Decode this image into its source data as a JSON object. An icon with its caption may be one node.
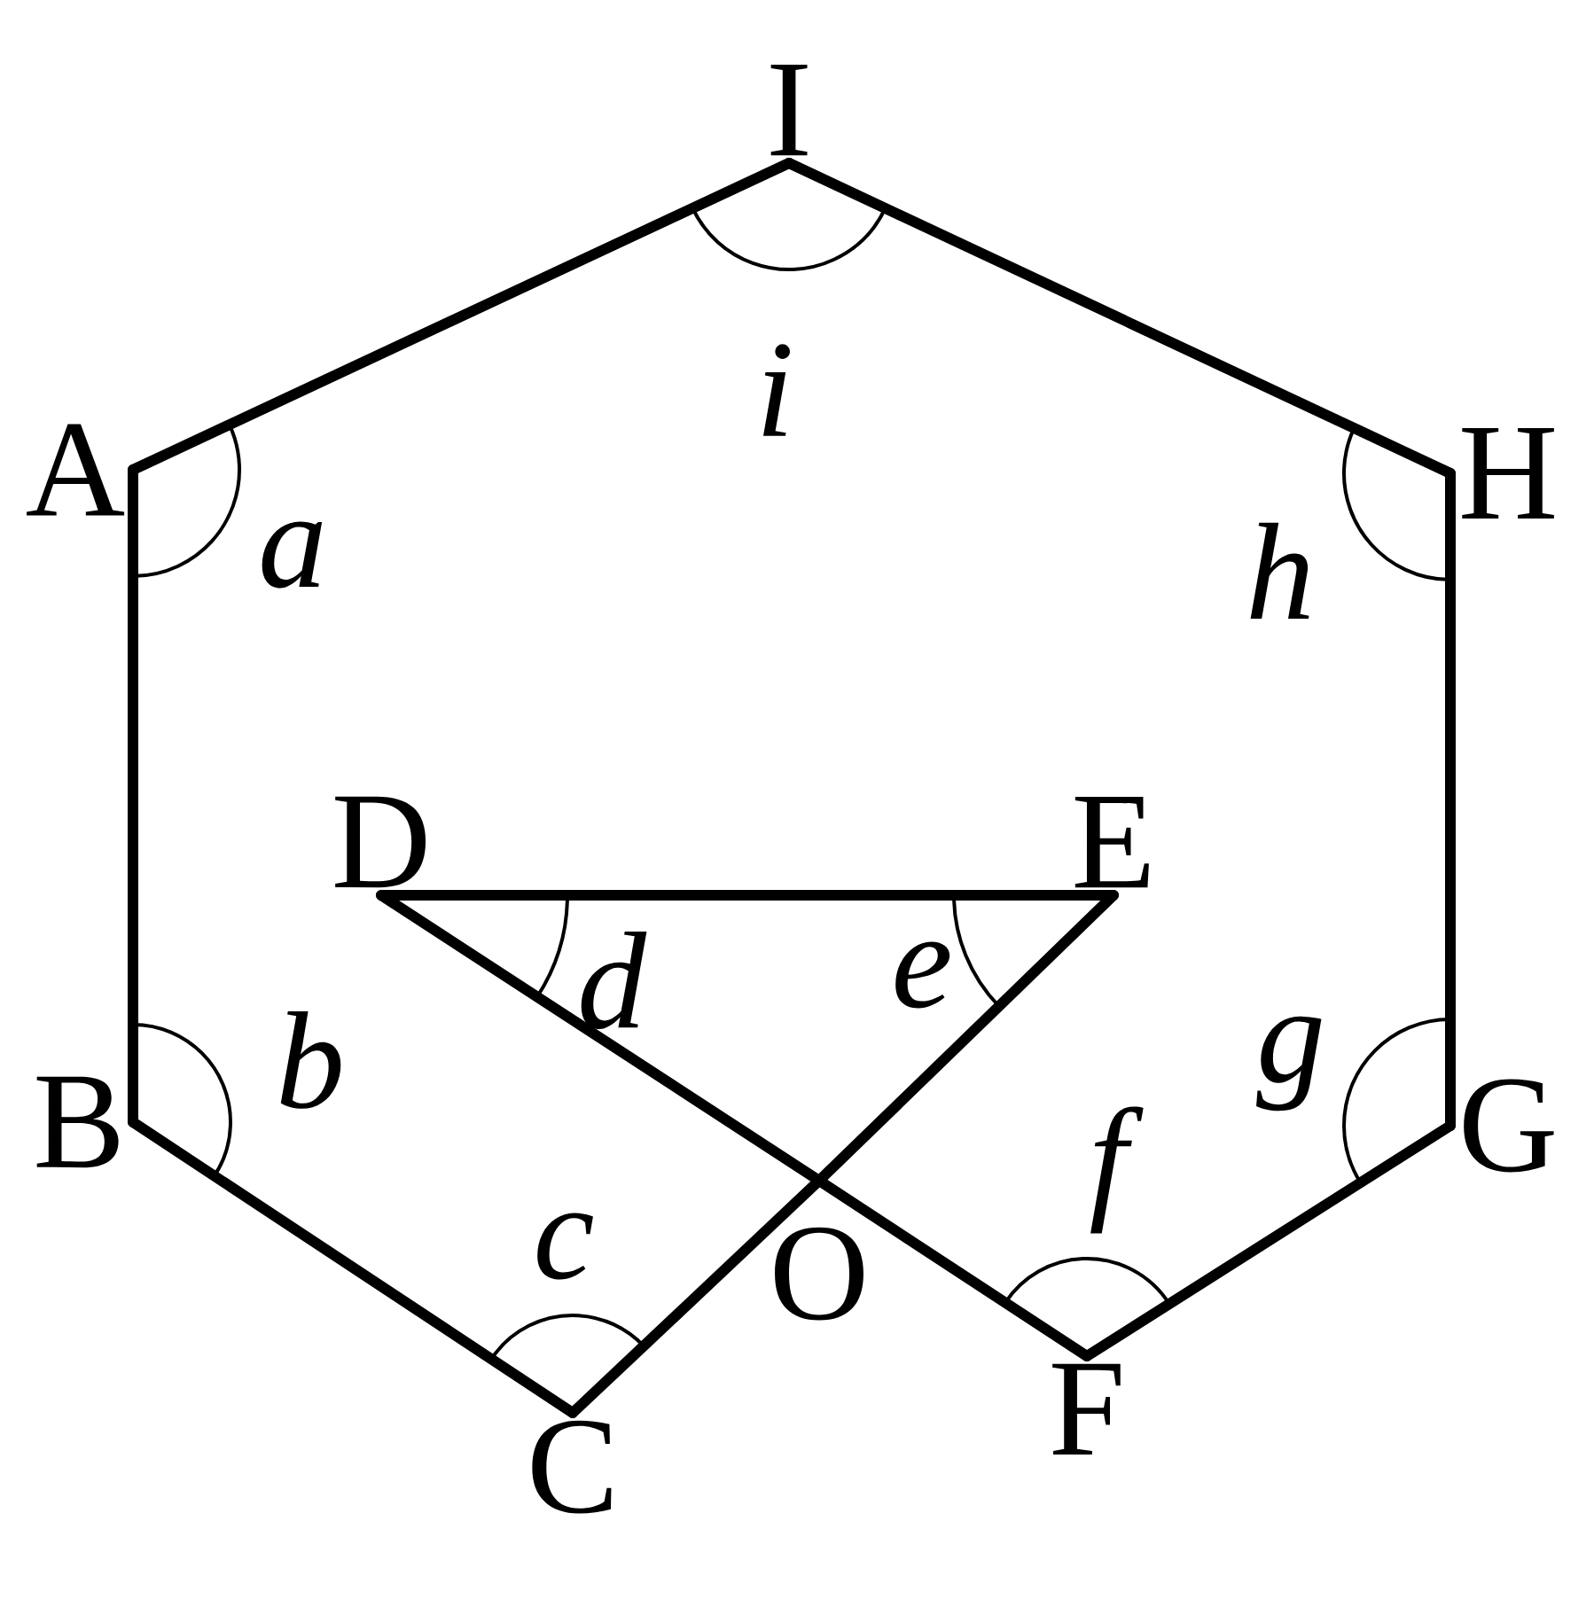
{
  "diagram": {
    "nodes": [
      {
        "text": [
          "I"
        ]
      },
      {
        "text": [
          "A"
        ]
      },
      {
        "text": [
          "H"
        ]
      },
      {
        "text": [
          "D"
        ]
      },
      {
        "text": [
          "E"
        ]
      },
      {
        "text": [
          "B"
        ]
      },
      {
        "text": [
          "G"
        ]
      },
      {
        "text": [
          "O"
        ]
      },
      {
        "text": [
          "F"
        ]
      },
      {
        "text": [
          "C"
        ]
      }
    ],
    "edges": [
      {
        "from": 1,
        "to": 0,
        "arrow": "none"
      },
      {
        "from": 0,
        "to": 2,
        "arrow": "none"
      },
      {
        "from": 2,
        "to": 6,
        "arrow": "none"
      },
      {
        "from": 6,
        "to": 8,
        "arrow": "none"
      },
      {
        "from": 8,
        "to": 7,
        "arrow": "none"
      },
      {
        "from": 7,
        "to": 3,
        "arrow": "none"
      },
      {
        "from": 3,
        "to": 4,
        "arrow": "none"
      },
      {
        "from": 4,
        "to": 7,
        "arrow": "none"
      },
      {
        "from": 7,
        "to": 9,
        "arrow": "none"
      },
      {
        "from": 9,
        "to": 5,
        "arrow": "none"
      },
      {
        "from": 5,
        "to": 1,
        "arrow": "none"
      }
    ],
    "labels": [
      "i",
      "a",
      "h",
      "d",
      "e",
      "b",
      "g",
      "f",
      "c"
    ]
  }
}
